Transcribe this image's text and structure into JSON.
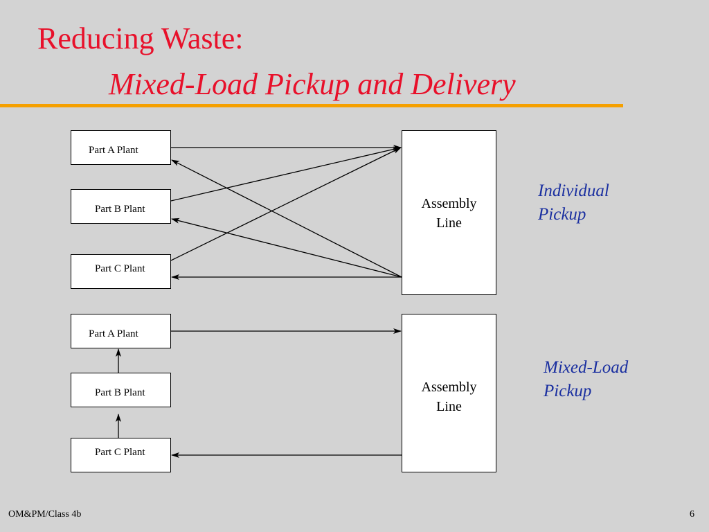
{
  "title": {
    "line1": "Reducing Waste:",
    "line2": "Mixed-Load Pickup and Delivery"
  },
  "colors": {
    "title": "#e8102a",
    "rule": "#f5a000",
    "side_label": "#1a2fa0",
    "background": "#d3d3d3"
  },
  "individual": {
    "plants": [
      "Part A Plant",
      "Part B Plant",
      "Part C Plant"
    ],
    "assembly": [
      "Assembly",
      "Line"
    ],
    "label": [
      "Individual",
      "Pickup"
    ]
  },
  "mixed": {
    "plants": [
      "Part A Plant",
      "Part B Plant",
      "Part C Plant"
    ],
    "assembly": [
      "Assembly",
      "Line"
    ],
    "label": [
      "Mixed-Load",
      "Pickup"
    ]
  },
  "footer": {
    "left": "OM&PM/Class 4b",
    "page": "6"
  }
}
